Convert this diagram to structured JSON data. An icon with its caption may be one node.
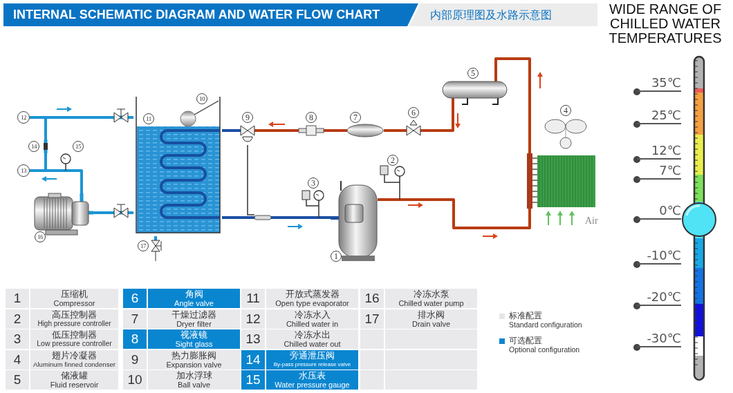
{
  "diagram": {
    "title": "INTERNAL SCHEMATIC DIAGRAM AND WATER FLOW CHART",
    "nodes": [
      {
        "text": [
          "1"
        ]
      },
      {
        "text": [
          "2"
        ]
      },
      {
        "text": [
          "3"
        ]
      },
      {
        "text": [
          "4"
        ]
      },
      {
        "text": [
          "5"
        ]
      },
      {
        "text": [
          "6"
        ]
      },
      {
        "text": [
          "7"
        ]
      },
      {
        "text": [
          "8"
        ]
      },
      {
        "text": [
          "9"
        ]
      },
      {
        "text": [
          "11"
        ]
      },
      {
        "text": [
          "10"
        ]
      },
      {
        "text": [
          "12"
        ]
      },
      {
        "text": [
          "13"
        ]
      },
      {
        "text": [
          "14"
        ]
      },
      {
        "text": [
          "15"
        ]
      },
      {
        "text": [
          "16"
        ]
      },
      {
        "text": [
          "17"
        ]
      },
      {
        "text": [],
        "shape": "valve"
      },
      {
        "text": [],
        "shape": "valve"
      }
    ],
    "edges": [
      {
        "from": 0,
        "to": 3,
        "arrow": "none",
        "color": "#b83c12"
      },
      {
        "from": 3,
        "to": 4,
        "arrow": "none",
        "color": "#b83c12"
      },
      {
        "from": 4,
        "to": 5,
        "arrow": "none",
        "color": "#b83c12"
      },
      {
        "from": 5,
        "to": 6,
        "arrow": "none",
        "color": "#b83c12"
      },
      {
        "from": 6,
        "to": 7,
        "arrow": "none",
        "color": "#b83c12"
      },
      {
        "from": 7,
        "to": 8,
        "arrow": "none",
        "color": "#b83c12"
      },
      {
        "from": 8,
        "to": 9,
        "arrow": "none",
        "color": "#1c4fa3"
      },
      {
        "from": 9,
        "to": 0,
        "arrow": "none",
        "color": "#1c4fa3"
      },
      {
        "from": 11,
        "to": 17,
        "arrow": "none",
        "color": "#1b95d3"
      },
      {
        "from": 17,
        "to": 9,
        "arrow": "none",
        "color": "#1b95d3"
      },
      {
        "from": 9,
        "to": 18,
        "arrow": "none",
        "color": "#1b95d3"
      },
      {
        "from": 18,
        "to": 15,
        "arrow": "none",
        "color": "#1b95d3"
      },
      {
        "from": 15,
        "to": 12,
        "arrow": "none",
        "color": "#1b95d3"
      },
      {
        "from": 11,
        "to": 13,
        "arrow": "none",
        "color": "#1b95d3"
      },
      {
        "from": 13,
        "to": 12,
        "arrow": "none",
        "color": "#1b95d3"
      },
      {
        "from": 9,
        "to": 16,
        "arrow": "none",
        "color": "#1b95d3"
      }
    ],
    "labels": [
      "内部原理图及水路示意图",
      "WIDE RANGE OF CHILLED WATER TEMPERATURES",
      "Air",
      "35℃",
      "25℃",
      "12℃",
      "7℃",
      "0℃",
      "-10℃",
      "-20℃",
      "-30℃",
      "1",
      "压缩机",
      "Compressor",
      "6",
      "角阀",
      "Angle valve",
      "11",
      "开放式蒸发器",
      "Open type evaporator",
      "16",
      "冷冻水泵",
      "Chilled water pump",
      "2",
      "高压控制器",
      "High pressure controller",
      "7",
      "干燥过滤器",
      "Dryer filter",
      "12",
      "冷冻水入",
      "Chilled water in",
      "17",
      "排水阀",
      "Drain valve",
      "3",
      "低压控制器",
      "Low pressure controller",
      "8",
      "视液镜",
      "Sight glass",
      "13",
      "冷冻水出",
      "Chilled water out",
      "4",
      "翅片冷凝器",
      "Aluminum finned condenser",
      "9",
      "热力膨胀阀",
      "Expansion valve",
      "14",
      "旁通泄压阀",
      "By-pass pressure release valve",
      "5",
      "储液罐",
      "Fluid reservoir",
      "10",
      "加水浮球",
      "Ball valve",
      "15",
      "水压表",
      "Water pressure gauge"
    ],
    "legend": [
      {
        "text": "标准配置 Standard configuration",
        "color": "#e6e6e6"
      },
      {
        "text": "可选配置 Optional configuration",
        "color": "#0a86d0"
      }
    ]
  }
}
